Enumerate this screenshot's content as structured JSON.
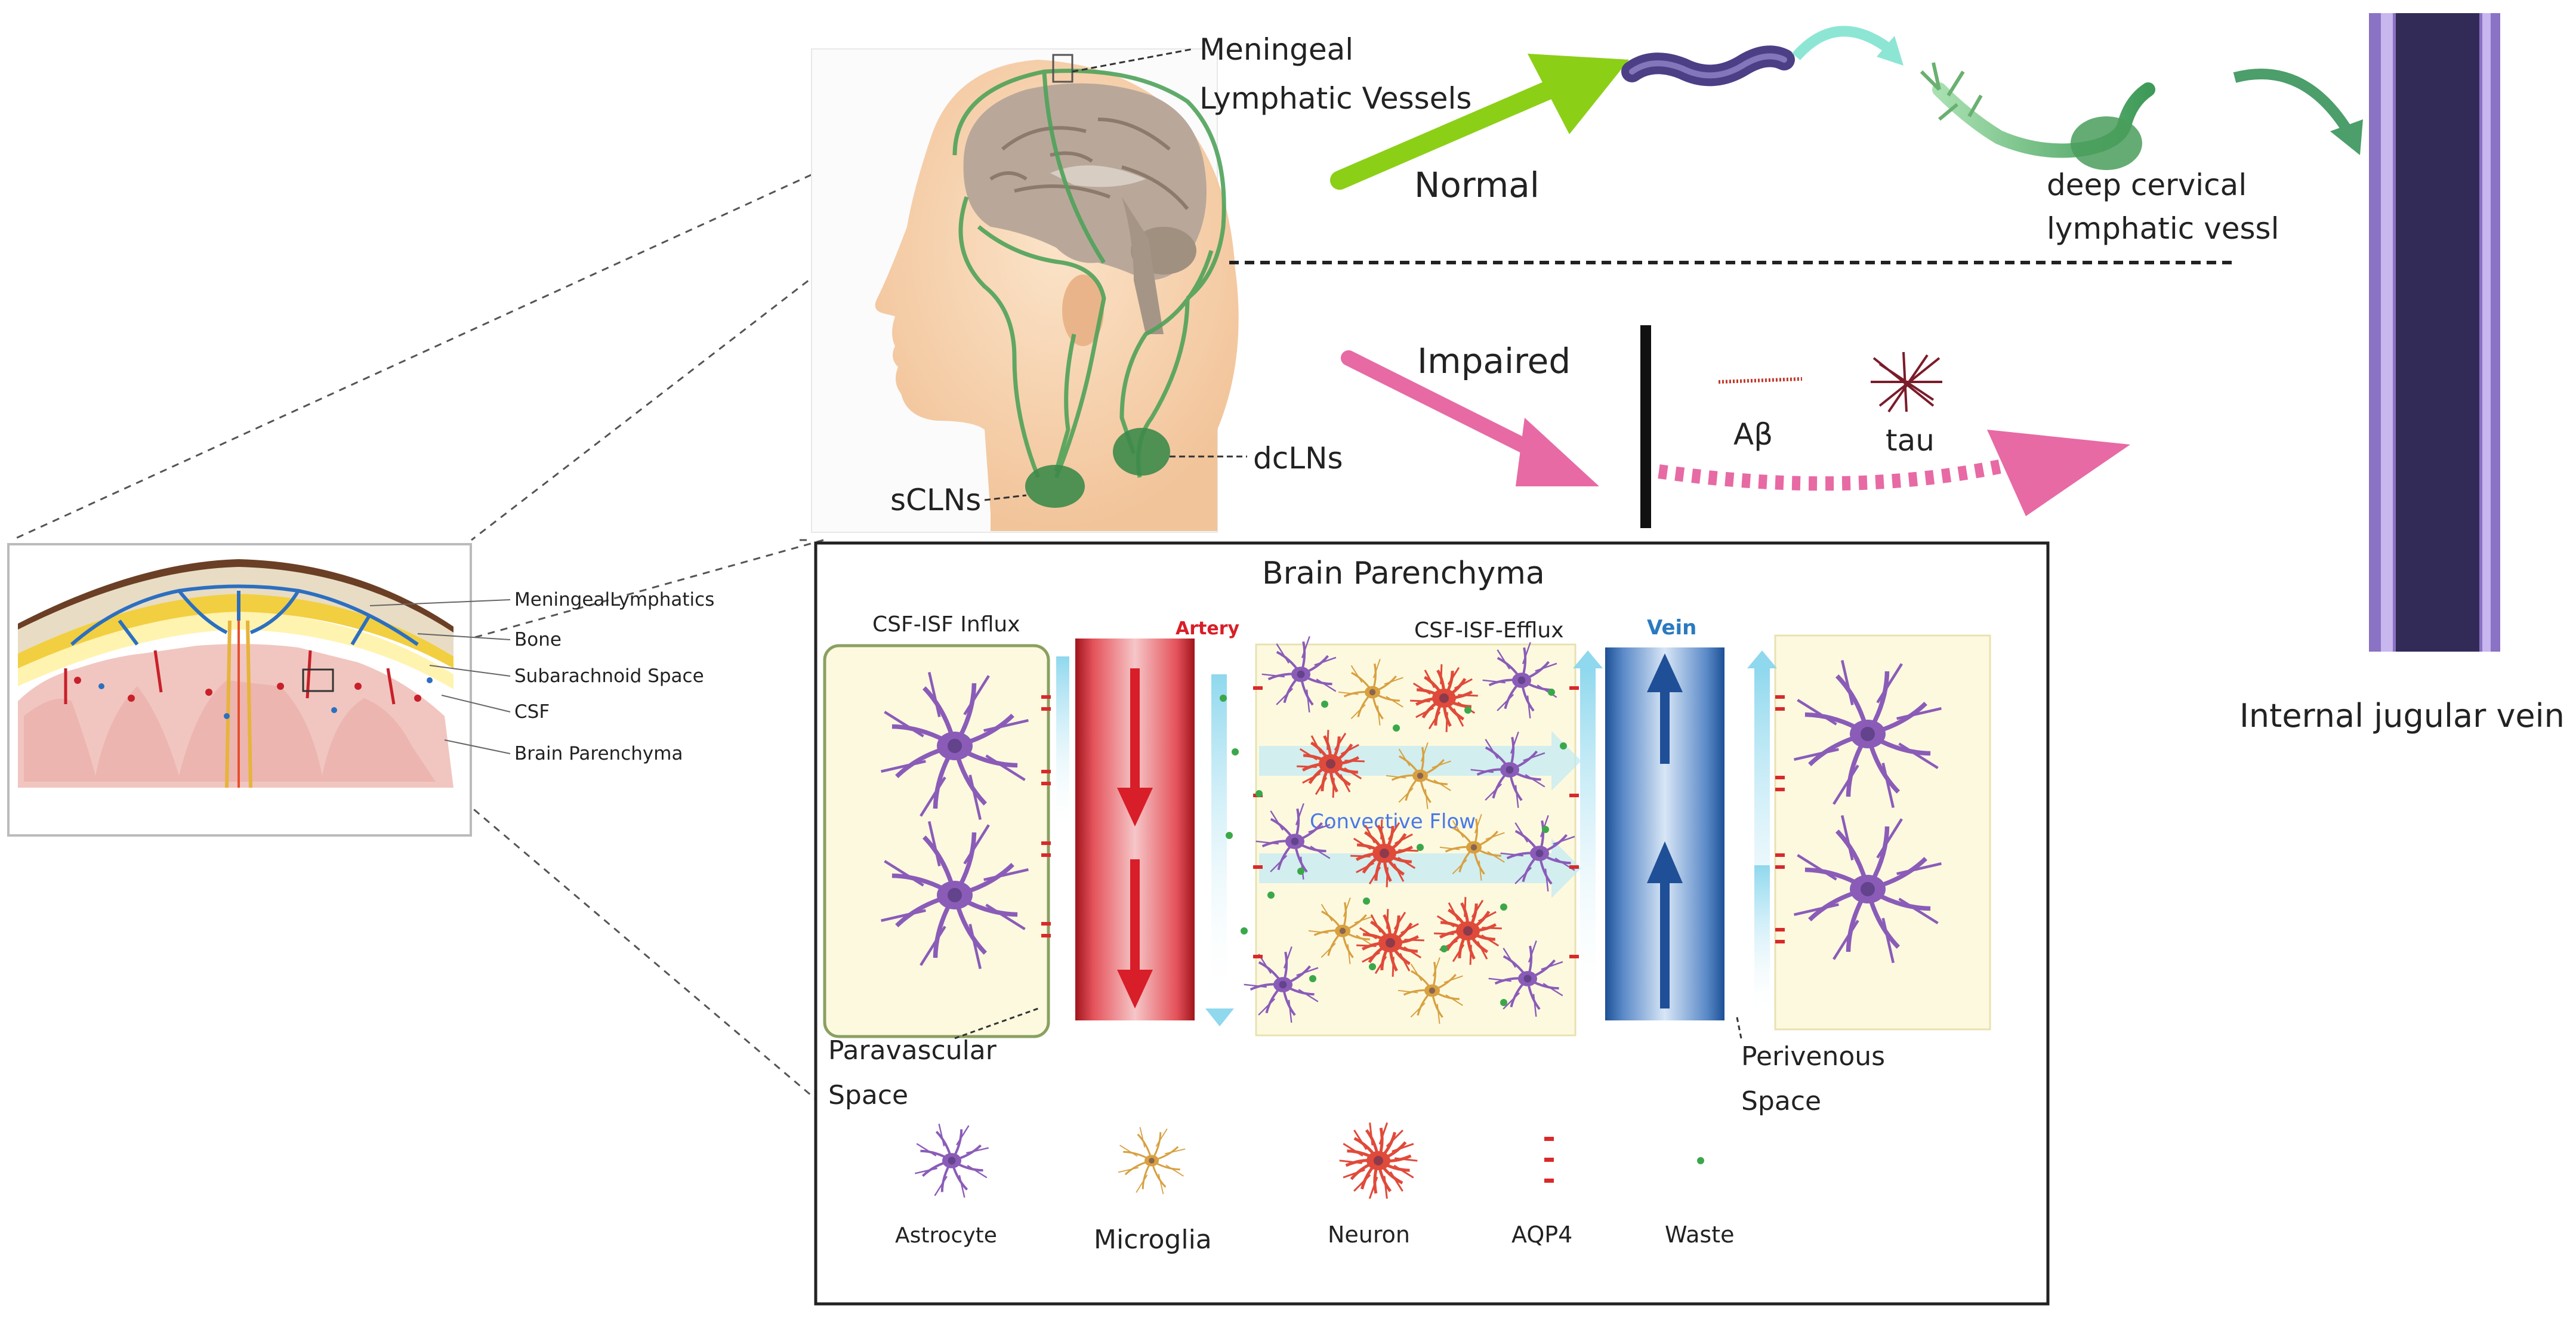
{
  "head_panel": {
    "meningeal_line1": "Meningeal",
    "meningeal_line2": "Lymphatic Vessels",
    "dclns": "dcLNs",
    "sclns": "sCLNs"
  },
  "pathway": {
    "normal": "Normal",
    "impaired": "Impaired",
    "deep_line1": "deep cervical",
    "deep_line2": "lymphatic vessl",
    "abeta": "Aβ",
    "tau": "tau",
    "ijv": "Internal jugular vein"
  },
  "cross_section": {
    "labels": [
      "MeningealLymphatics",
      "Bone",
      "Subarachnoid Space",
      "CSF",
      "Brain Parenchyma"
    ]
  },
  "parenchyma_box": {
    "title": "Brain Parenchyma",
    "influx": "CSF-ISF Influx",
    "efflux": "CSF-ISF-Efflux",
    "artery": "Artery",
    "vein": "Vein",
    "convective": "Convective Flow",
    "paravascular_line1": "Paravascular",
    "paravascular_line2": "Space",
    "perivenous_line1": "Perivenous",
    "perivenous_line2": "Space"
  },
  "legend": {
    "items": [
      "Astrocyte",
      "Microglia",
      "Neuron",
      "AQP4",
      "Waste"
    ]
  },
  "colors": {
    "normal_arrow": "#8ccf17",
    "impaired_arrow": "#e76aa4",
    "vein_dark": "#332b57",
    "vein_light": "#8a72c4",
    "artery_red": "#e0303a",
    "vein_blue": "#1f5fa8",
    "astrocyte": "#8a5cb8",
    "microglia": "#d8a040",
    "neuron": "#e04a3a",
    "lymph_green": "#4f9a56",
    "skin": "#f6d4b0"
  }
}
